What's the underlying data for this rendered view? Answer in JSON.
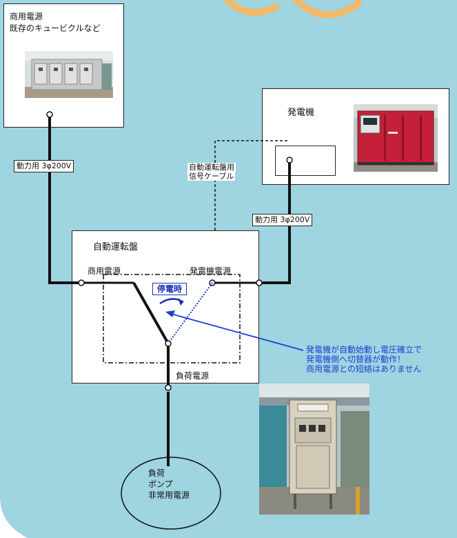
{
  "commercial_source": {
    "title_line1": "商用電源",
    "title_line2": "既存のキュービクルなど"
  },
  "generator": {
    "title": "発電機"
  },
  "cables": {
    "left_power_label": "動力用 3φ200V",
    "right_power_label": "動力用 3φ200V",
    "signal_label_line1": "自動運転盤用",
    "signal_label_line2": "信号ケーブル"
  },
  "panel": {
    "title": "自動運転盤",
    "commercial_terminal": "商用電源",
    "generator_terminal": "発電機電源",
    "outage_label": "停電時",
    "load_terminal": "負荷電源"
  },
  "note": {
    "line1": "発電機が自動始動し電圧確立で",
    "line2": "発電機側へ切替器が動作！",
    "line3": "商用電源との短絡はありません"
  },
  "load": {
    "line1": "負荷",
    "line2": "ポンプ",
    "line3": "非常用電源"
  },
  "colors": {
    "background": "#9fd4e1",
    "accent": "#1a3fd6",
    "generator_red": "#c4203a"
  }
}
